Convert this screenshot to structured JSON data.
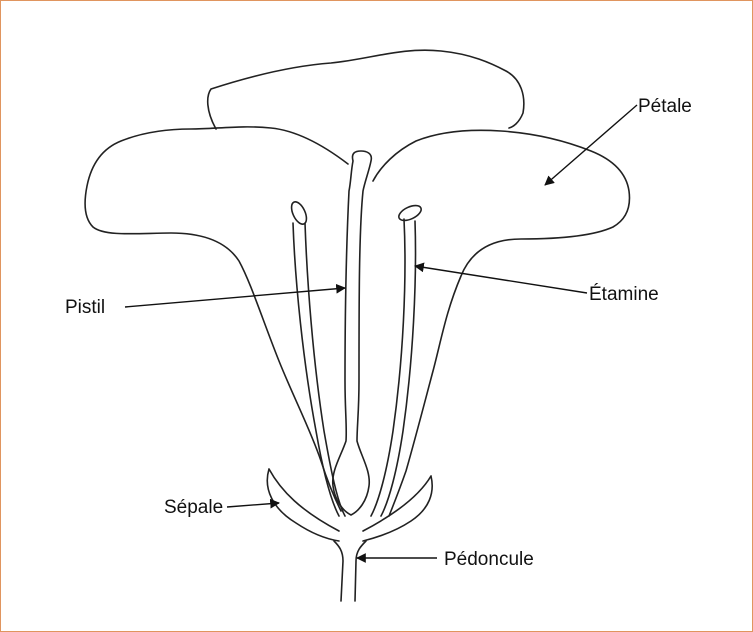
{
  "figure": {
    "border_color": "#e0955f",
    "labels": {
      "petal": "Pétale",
      "stamen": "Étamine",
      "pistil": "Pistil",
      "sepal": "Sépale",
      "peduncle": "Pédoncule"
    }
  }
}
